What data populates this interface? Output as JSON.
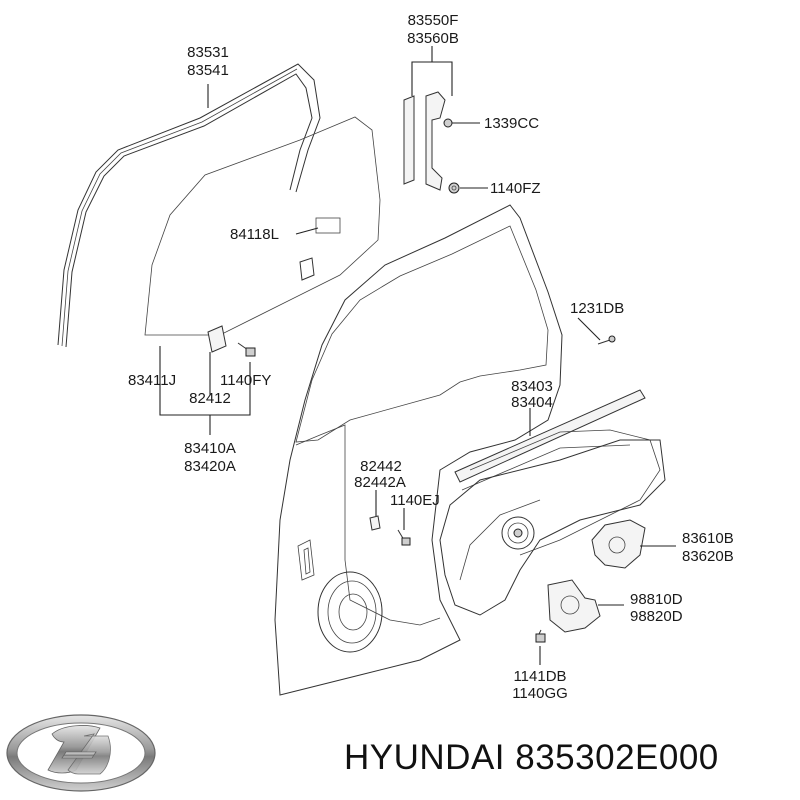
{
  "labels": {
    "p83531": "83531",
    "p83541": "83541",
    "p83550F": "83550F",
    "p83560B": "83560B",
    "p1339CC": "1339CC",
    "p1140FZ": "1140FZ",
    "p84118L": "84118L",
    "p1231DB": "1231DB",
    "p83411J": "83411J",
    "p1140FY": "1140FY",
    "p82412": "82412",
    "p83410A": "83410A",
    "p83420A": "83420A",
    "p83403": "83403",
    "p83404": "83404",
    "p82442": "82442",
    "p82442A": "82442A",
    "p1140EJ": "1140EJ",
    "p83610B": "83610B",
    "p83620B": "83620B",
    "p98810D": "98810D",
    "p98820D": "98820D",
    "p1141DB": "1141DB",
    "p1140GG": "1140GG"
  },
  "brand": {
    "text": "HYUNDAI 835302E000",
    "logo_icon": "hyundai-logo-icon"
  }
}
